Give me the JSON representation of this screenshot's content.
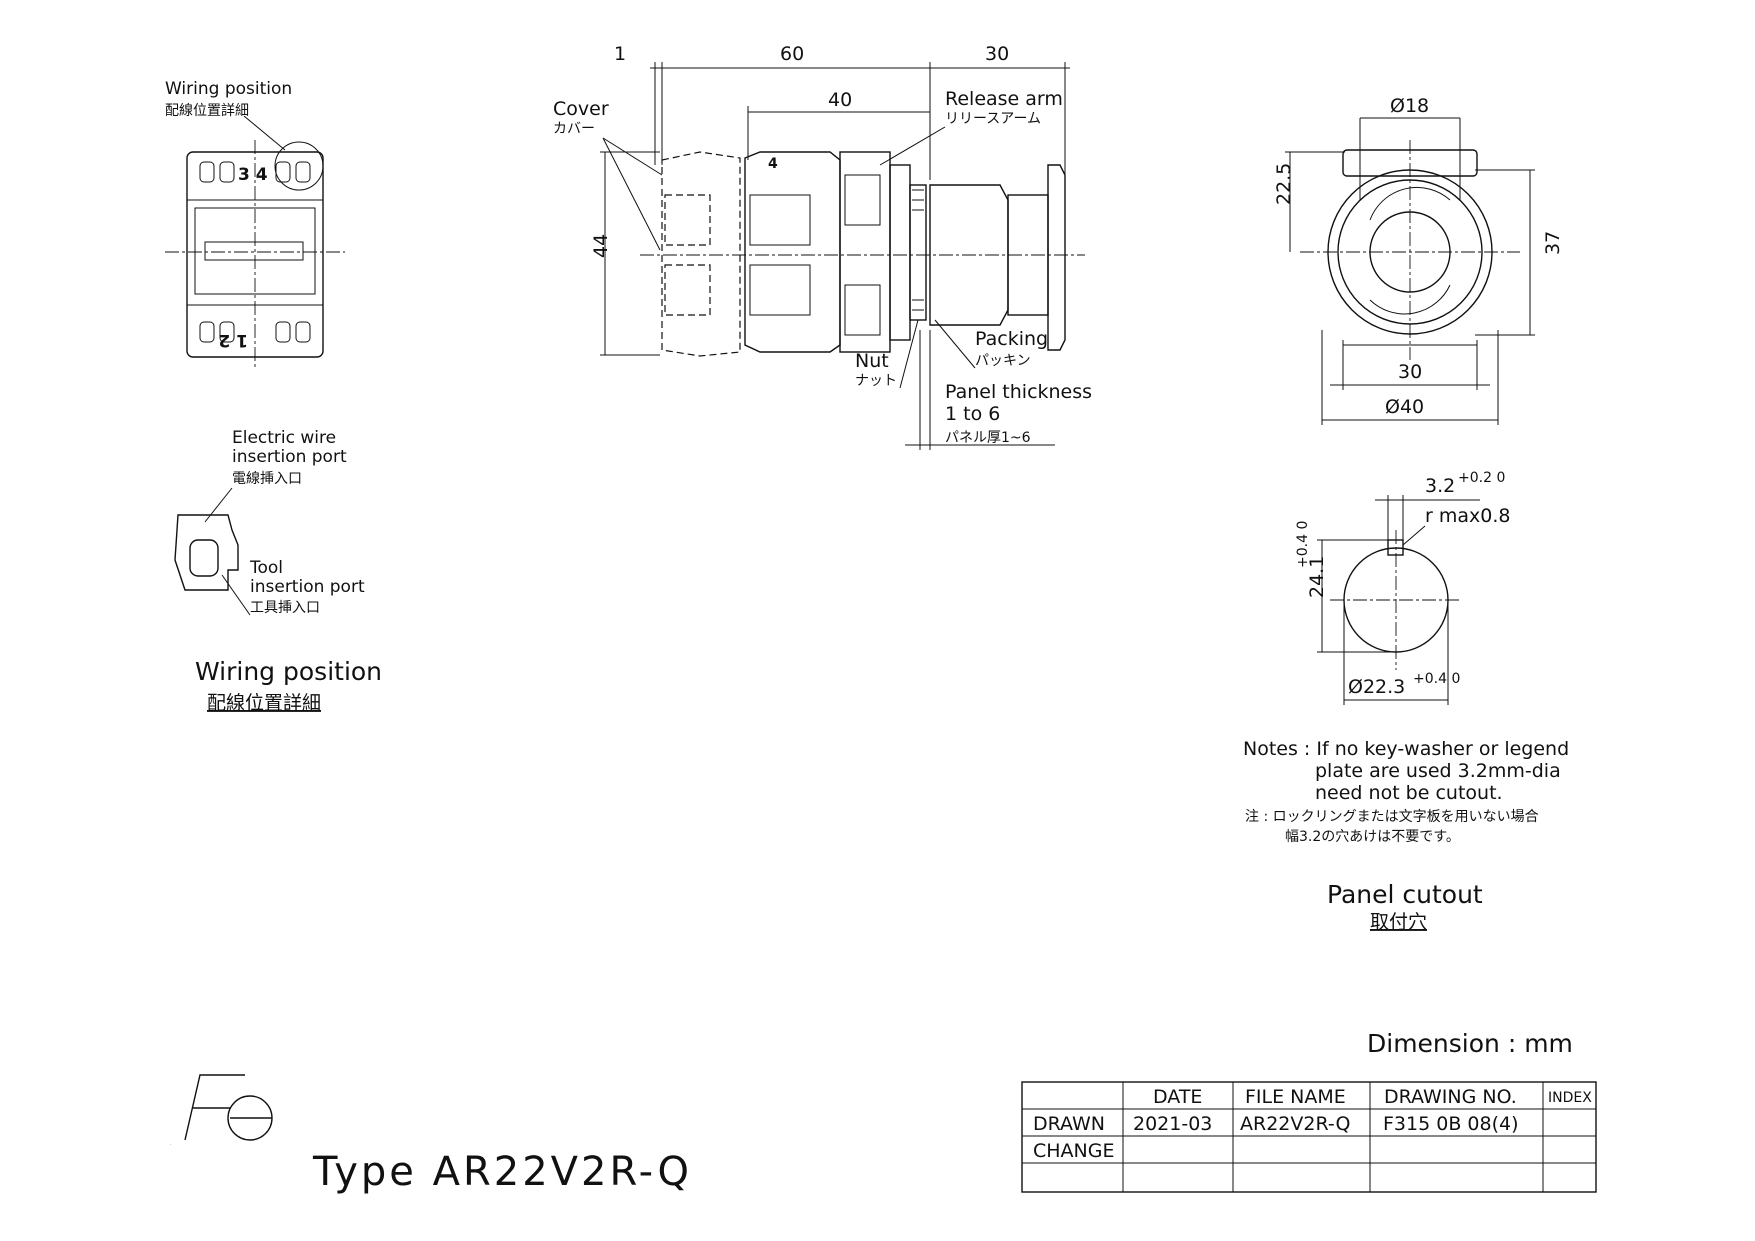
{
  "wiring_top": {
    "en": "Wiring position",
    "jp": "配線位置詳細",
    "term_top": "3 4",
    "term_bottom": "1 2"
  },
  "wire_port": {
    "en1": "Electric wire",
    "en2": "insertion port",
    "jp": "電線挿入口"
  },
  "tool_port": {
    "en1": "Tool",
    "en2": "insertion port",
    "jp": "工具挿入口"
  },
  "wiring_caption": {
    "en": "Wiring position",
    "jp": "配線位置詳細"
  },
  "side_view": {
    "dim_1": "1",
    "dim_60": "60",
    "dim_30": "30",
    "dim_40": "40",
    "dim_44": "44",
    "cover_en": "Cover",
    "cover_jp": "カバー",
    "release_en": "Release arm",
    "release_jp": "リリースアーム",
    "packing_en": "Packing",
    "packing_jp": "パッキン",
    "nut_en": "Nut",
    "nut_jp": "ナット",
    "panel_en1": "Panel thickness",
    "panel_en2": "1 to 6",
    "panel_jp": "パネル厚1~6",
    "term4": "4"
  },
  "front_view": {
    "d18": "Ø18",
    "d22_5": "22.5",
    "d37": "37",
    "d30": "30",
    "d40": "Ø40"
  },
  "cutout": {
    "d3_2": "3.2",
    "d3_2_tol": "+0.2 0",
    "rmax": "r max0.8",
    "d24_1": "24.1",
    "d24_1_tol": "+0.4 0",
    "d22_3": "Ø22.3",
    "d22_3_tol": "+0.4 0"
  },
  "notes": {
    "line1": "Notes : If no key-washer or legend",
    "line2": "plate are used 3.2mm-dia",
    "line3": "need not be cutout.",
    "jp1": "注 : ロックリングまたは文字板を用いない場合",
    "jp2": "幅3.2の穴あけは不要です。"
  },
  "panel_cutout": {
    "en": "Panel cutout",
    "jp": "取付穴"
  },
  "dimension_unit": "Dimension : mm",
  "title_block": {
    "headers": [
      "",
      "DATE",
      "FILE NAME",
      "DRAWING NO.",
      "INDEX"
    ],
    "rows": [
      [
        "DRAWN",
        "2021-03",
        "AR22V2R-Q",
        "F315 0B 08(4)",
        ""
      ],
      [
        "CHANGE",
        "",
        "",
        "",
        ""
      ],
      [
        "",
        "",
        "",
        "",
        ""
      ]
    ]
  },
  "logo": "Fe",
  "type_label": "Type AR22V2R-Q"
}
